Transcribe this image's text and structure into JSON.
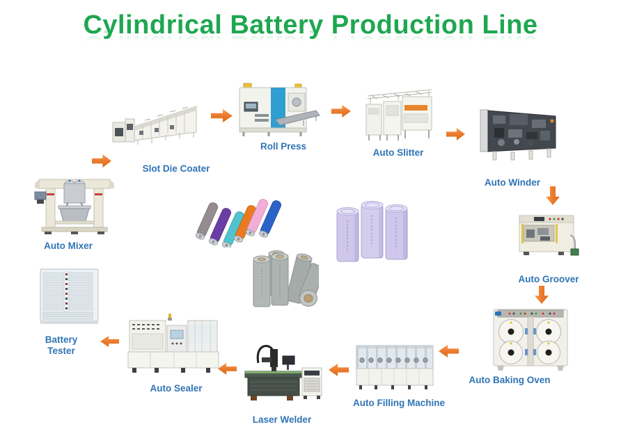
{
  "title": "Cylindrical Battery Production Line",
  "colors": {
    "title_green": "#1EA750",
    "label_blue": "#2E74B5",
    "arrow_orange": "#ED7D31"
  },
  "stations": {
    "auto_mixer": {
      "label": "Auto Mixer"
    },
    "slot_die_coater": {
      "label": "Slot Die Coater"
    },
    "roll_press": {
      "label": "Roll Press"
    },
    "auto_slitter": {
      "label": "Auto Slitter"
    },
    "auto_winder": {
      "label": "Auto Winder"
    },
    "auto_groover": {
      "label": "Auto Groover"
    },
    "auto_baking_oven": {
      "label": "Auto Baking Oven"
    },
    "auto_filling_machine": {
      "label": "Auto Filling Machine"
    },
    "laser_welder": {
      "label": "Laser Welder"
    },
    "auto_sealer": {
      "label": "Auto Sealer"
    },
    "battery_tester": {
      "label": "Battery Tester"
    }
  },
  "arrows": [
    {
      "from": "Auto Mixer",
      "to": "Slot Die Coater",
      "direction": "right"
    },
    {
      "from": "Slot Die Coater",
      "to": "Roll Press",
      "direction": "right"
    },
    {
      "from": "Roll Press",
      "to": "Auto Slitter",
      "direction": "right"
    },
    {
      "from": "Auto Slitter",
      "to": "Auto Winder",
      "direction": "right"
    },
    {
      "from": "Auto Winder",
      "to": "Auto Groover",
      "direction": "down"
    },
    {
      "from": "Auto Groover",
      "to": "Auto Baking Oven",
      "direction": "down"
    },
    {
      "from": "Auto Baking Oven",
      "to": "Auto Filling Machine",
      "direction": "left"
    },
    {
      "from": "Auto Filling Machine",
      "to": "Laser Welder",
      "direction": "left"
    },
    {
      "from": "Laser Welder",
      "to": "Auto Sealer",
      "direction": "left"
    },
    {
      "from": "Auto Sealer",
      "to": "Battery Tester",
      "direction": "left"
    }
  ]
}
